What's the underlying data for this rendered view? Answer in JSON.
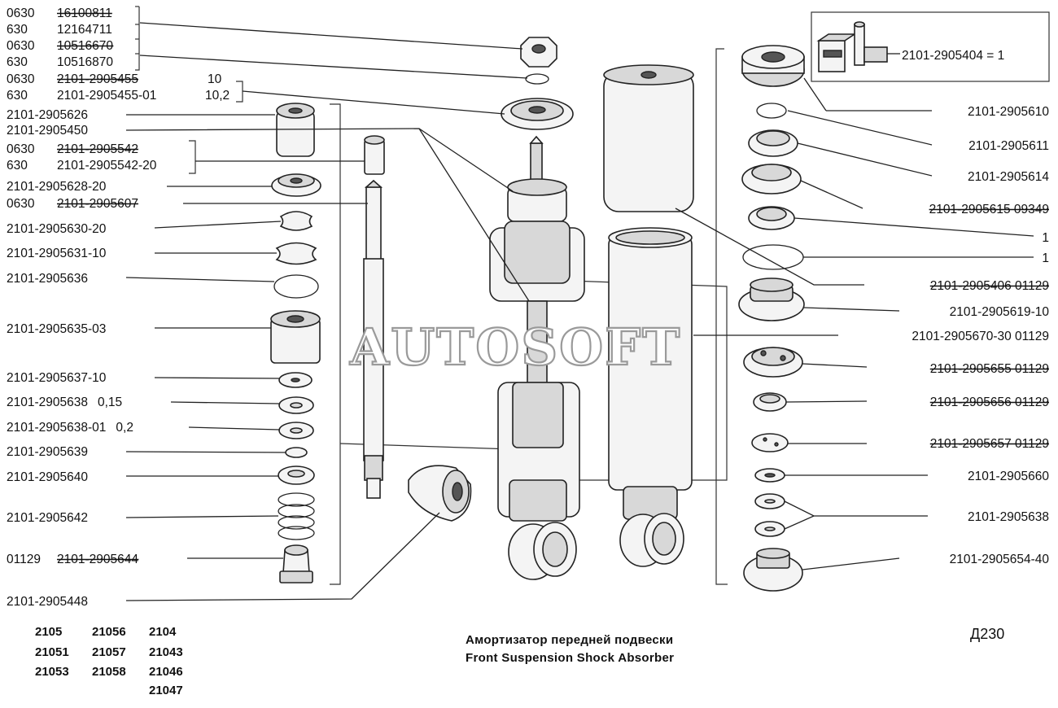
{
  "labels_left": [
    {
      "code": "0630",
      "pn": "16100811",
      "struck": true
    },
    {
      "code": "630",
      "pn": "12164711",
      "struck": false
    },
    {
      "code": "0630",
      "pn": "10516670",
      "struck": true
    },
    {
      "code": "630",
      "pn": "10516870",
      "struck": false
    },
    {
      "code": "0630",
      "pn": "2101-2905455",
      "qty": "10",
      "struck": true
    },
    {
      "code": "630",
      "pn": "2101-2905455-01",
      "qty": "10,2",
      "struck": false
    },
    {
      "pn": "2101-2905626"
    },
    {
      "pn": "2101-2905450"
    },
    {
      "code": "0630",
      "pn": "2101-2905542",
      "struck": true
    },
    {
      "code": "630",
      "pn": "2101-2905542-20",
      "struck": false
    },
    {
      "pn": "2101-2905628-20"
    },
    {
      "code": "0630",
      "pn": "2101-2905607",
      "struck": true
    },
    {
      "pn": "2101-2905630-20"
    },
    {
      "pn": "2101-2905631-10"
    },
    {
      "pn": "2101-2905636"
    },
    {
      "pn": "2101-2905635-03"
    },
    {
      "pn": "2101-2905637-10"
    },
    {
      "pn": "2101-2905638",
      "qty": "0,15"
    },
    {
      "pn": "2101-2905638-01",
      "qty": "0,2"
    },
    {
      "pn": "2101-2905639"
    },
    {
      "pn": "2101-2905640"
    },
    {
      "pn": "2101-2905642"
    },
    {
      "code": "01129",
      "pn": "2101-2905644",
      "struck": true
    },
    {
      "pn": "2101-2905448"
    }
  ],
  "labels_right": [
    {
      "text": "2101-2905610"
    },
    {
      "text": "2101-2905611"
    },
    {
      "text": "2101-2905614"
    },
    {
      "text": "2101-2905615 09349",
      "struck": true
    },
    {
      "text": "1"
    },
    {
      "text": "1"
    },
    {
      "text": "2101-2905406 01129",
      "struck": true
    },
    {
      "text": "2101-2905619-10"
    },
    {
      "text": "2101-2905670-30 01129"
    },
    {
      "text": "2101-2905655 01129",
      "struck": true
    },
    {
      "text": "2101-2905656 01129",
      "struck": true
    },
    {
      "text": "2101-2905657 01129",
      "struck": true
    },
    {
      "text": "2101-2905660"
    },
    {
      "text": "2101-2905638"
    },
    {
      "text": "2101-2905654-40"
    }
  ],
  "inset_label": "2101-2905404 = 1",
  "watermark": "AUTOSOFT",
  "caption_ru": "Амортизатор передней подвески",
  "caption_en": "Front Suspension Shock Absorber",
  "sheet_code": "Д230",
  "models": [
    [
      "2105",
      "21056",
      "2104"
    ],
    [
      "21051",
      "21057",
      "21043"
    ],
    [
      "21053",
      "21058",
      "21046"
    ],
    [
      "",
      "",
      "21047"
    ]
  ]
}
